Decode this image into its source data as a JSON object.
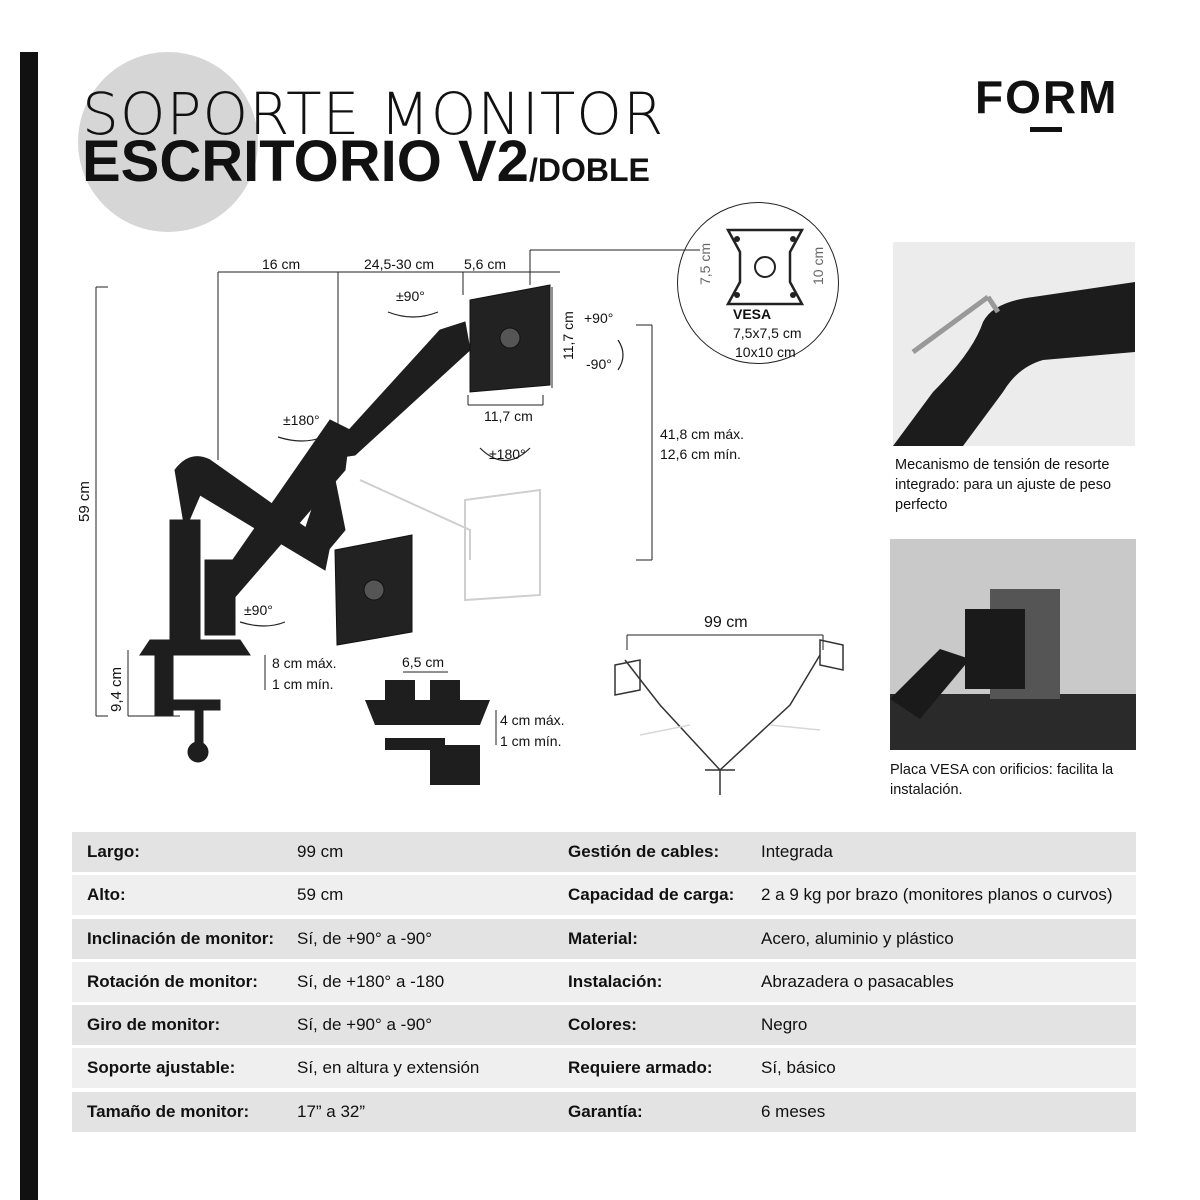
{
  "title": {
    "line1": "SOPORTE MONITOR",
    "line2": "ESCRITORIO V2",
    "suffix": "/DOBLE"
  },
  "brand": "FORM",
  "dimensions": {
    "d16": "16 cm",
    "d245": "24,5-30 cm",
    "d56": "5,6 cm",
    "d117v": "11,7 cm",
    "d117h": "11,7 cm",
    "rot90top": "±90°",
    "tilt_up": "+90°",
    "tilt_down": "-90°",
    "rot180_left": "±180°",
    "rot180_center": "±180°",
    "rot90_bottom": "±90°",
    "height_max": "41,8 cm máx.",
    "height_min": "12,6 cm mín.",
    "total_height": "59 cm",
    "base_height": "9,4 cm",
    "clamp_max": "8 cm máx.",
    "clamp_min": "1 cm mín.",
    "grommet_width": "6,5 cm",
    "grommet_max": "4 cm máx.",
    "grommet_min": "1 cm mín.",
    "total_width": "99 cm"
  },
  "vesa": {
    "side_left": "7,5 cm",
    "side_right": "10 cm",
    "label": "VESA",
    "size1": "7,5x7,5 cm",
    "size2": "10x10 cm"
  },
  "captions": {
    "spring": "Mecanismo de tensión de resorte integrado: para un ajuste de peso perfecto",
    "vesa_plate": "Placa VESA con orificios: facilita la instalación."
  },
  "specs": [
    {
      "l1": "Largo:",
      "v1": "99 cm",
      "l2": "Gestión de cables:",
      "v2": "Integrada"
    },
    {
      "l1": "Alto:",
      "v1": "59 cm",
      "l2": "Capacidad de carga:",
      "v2": "2 a 9 kg por brazo (monitores planos o curvos)"
    },
    {
      "l1": "Inclinación de monitor:",
      "v1": "Sí, de +90° a -90°",
      "l2": "Material:",
      "v2": "Acero, aluminio y plástico"
    },
    {
      "l1": "Rotación de monitor:",
      "v1": "Sí, de +180° a -180",
      "l2": "Instalación:",
      "v2": "Abrazadera o pasacables"
    },
    {
      "l1": "Giro de monitor:",
      "v1": "Sí, de +90° a -90°",
      "l2": "Colores:",
      "v2": "Negro"
    },
    {
      "l1": "Soporte ajustable:",
      "v1": "Sí, en altura y extensión",
      "l2": "Requiere armado:",
      "v2": "Sí, básico"
    },
    {
      "l1": "Tamaño de monitor:",
      "v1": "17” a 32”",
      "l2": "Garantía:",
      "v2": "6 meses"
    }
  ],
  "colors": {
    "accent_circle": "#d6d6d6",
    "table_shade": "#e3e3e3",
    "arm": "#1e1e1e"
  }
}
